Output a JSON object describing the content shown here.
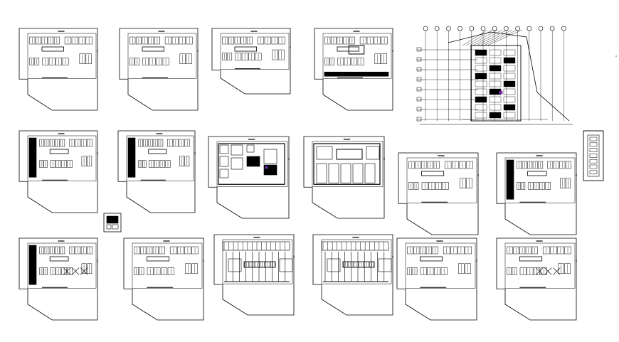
{
  "drawing": {
    "background": "#ffffff",
    "ink_color": "#000000",
    "accent_color": "#7b2fb0",
    "sheet_count": 18,
    "site_plan": {
      "grid_bubble_count": 13,
      "level_marker_count": 8
    },
    "elevation_strip": {
      "window_count": 7
    },
    "tiny_notes": {
      "site_plan_note_a": "",
      "site_plan_note_b": ""
    }
  }
}
